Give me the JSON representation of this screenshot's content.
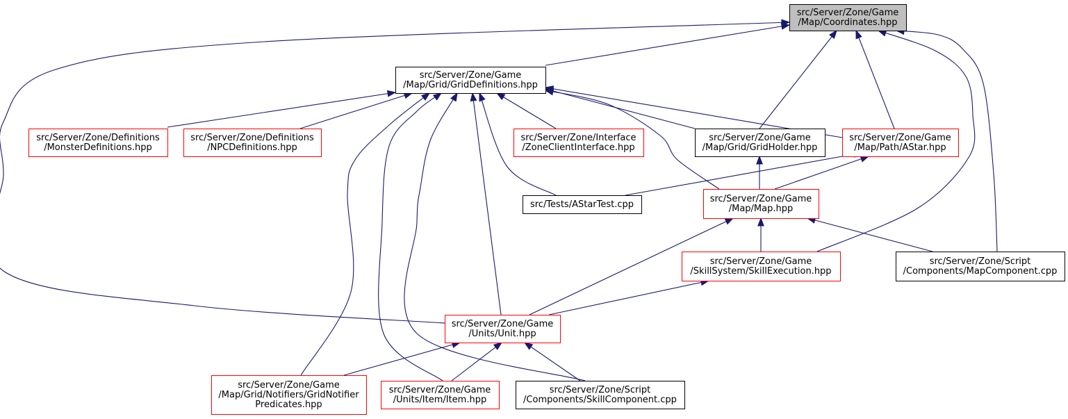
{
  "colors": {
    "edge": "#191970",
    "border_normal": "#000000",
    "border_truncated": "#ff0000",
    "fill_focus": "#bfbfbf",
    "fill_default": "#ffffff"
  },
  "nodes": [
    {
      "id": "coordinates",
      "lines": [
        "src/Server/Zone/Game",
        "/Map/Coordinates.hpp"
      ],
      "style": "focus"
    },
    {
      "id": "griddefinitions",
      "lines": [
        "src/Server/Zone/Game",
        "/Map/Grid/GridDefinitions.hpp"
      ],
      "style": "normal"
    },
    {
      "id": "monsterdefinitions",
      "lines": [
        "src/Server/Zone/Definitions",
        "/MonsterDefinitions.hpp"
      ],
      "style": "truncated"
    },
    {
      "id": "npcdefinitions",
      "lines": [
        "src/Server/Zone/Definitions",
        "/NPCDefinitions.hpp"
      ],
      "style": "truncated"
    },
    {
      "id": "zoneclientinterface",
      "lines": [
        "src/Server/Zone/Interface",
        "/ZoneClientInterface.hpp"
      ],
      "style": "truncated"
    },
    {
      "id": "gridholder",
      "lines": [
        "src/Server/Zone/Game",
        "/Map/Grid/GridHolder.hpp"
      ],
      "style": "normal"
    },
    {
      "id": "astar",
      "lines": [
        "src/Server/Zone/Game",
        "/Map/Path/AStar.hpp"
      ],
      "style": "truncated"
    },
    {
      "id": "astartest",
      "lines": [
        "src/Tests/AStarTest.cpp"
      ],
      "style": "normal"
    },
    {
      "id": "map",
      "lines": [
        "src/Server/Zone/Game",
        "/Map/Map.hpp"
      ],
      "style": "truncated"
    },
    {
      "id": "skillexecution",
      "lines": [
        "src/Server/Zone/Game",
        "/SkillSystem/SkillExecution.hpp"
      ],
      "style": "truncated"
    },
    {
      "id": "mapcomponent",
      "lines": [
        "src/Server/Zone/Script",
        "/Components/MapComponent.cpp"
      ],
      "style": "normal"
    },
    {
      "id": "unit",
      "lines": [
        "src/Server/Zone/Game",
        "/Units/Unit.hpp"
      ],
      "style": "truncated"
    },
    {
      "id": "gridnotifier",
      "lines": [
        "src/Server/Zone/Game",
        "/Map/Grid/Notifiers/GridNotifier",
        "Predicates.hpp"
      ],
      "style": "truncated"
    },
    {
      "id": "item",
      "lines": [
        "src/Server/Zone/Game",
        "/Units/Item/Item.hpp"
      ],
      "style": "truncated"
    },
    {
      "id": "skillcomponent",
      "lines": [
        "src/Server/Zone/Script",
        "/Components/SkillComponent.cpp"
      ],
      "style": "normal"
    }
  ],
  "edges": [
    {
      "from": "griddefinitions",
      "to": "coordinates"
    },
    {
      "from": "unit",
      "to": "coordinates"
    },
    {
      "from": "gridholder",
      "to": "coordinates"
    },
    {
      "from": "astar",
      "to": "coordinates"
    },
    {
      "from": "skillexecution",
      "to": "coordinates"
    },
    {
      "from": "mapcomponent",
      "to": "coordinates"
    },
    {
      "from": "monsterdefinitions",
      "to": "griddefinitions"
    },
    {
      "from": "npcdefinitions",
      "to": "griddefinitions"
    },
    {
      "from": "gridnotifier",
      "to": "griddefinitions"
    },
    {
      "from": "item",
      "to": "griddefinitions"
    },
    {
      "from": "skillcomponent",
      "to": "griddefinitions"
    },
    {
      "from": "unit",
      "to": "griddefinitions"
    },
    {
      "from": "astartest",
      "to": "griddefinitions"
    },
    {
      "from": "zoneclientinterface",
      "to": "griddefinitions"
    },
    {
      "from": "gridholder",
      "to": "griddefinitions"
    },
    {
      "from": "astar",
      "to": "griddefinitions"
    },
    {
      "from": "map",
      "to": "griddefinitions"
    },
    {
      "from": "map",
      "to": "gridholder"
    },
    {
      "from": "astartest",
      "to": "astar"
    },
    {
      "from": "map",
      "to": "astar"
    },
    {
      "from": "skillexecution",
      "to": "map"
    },
    {
      "from": "unit",
      "to": "map"
    },
    {
      "from": "mapcomponent",
      "to": "map"
    },
    {
      "from": "unit",
      "to": "skillexecution"
    },
    {
      "from": "gridnotifier",
      "to": "unit"
    },
    {
      "from": "item",
      "to": "unit"
    },
    {
      "from": "skillcomponent",
      "to": "unit"
    }
  ]
}
